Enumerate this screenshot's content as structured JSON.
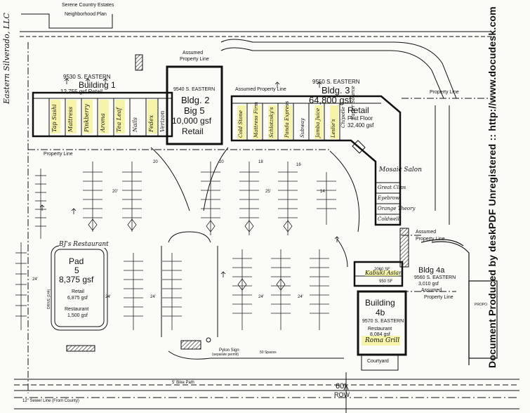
{
  "header": {
    "top_line": "Serene Country Estates",
    "subtitle": "Neighborhood Plan"
  },
  "side_labels": {
    "left_handwritten": "Eastern Silverado, LLC",
    "watermark": "Document Produced by deskPDF Unregistered :: http://www.docudesk.com"
  },
  "buildings": {
    "b1": {
      "address": "9530 S. EASTERN",
      "name": "Building 1",
      "area": "12,755 gsf Retail"
    },
    "b2": {
      "address": "9540 S. EASTERN",
      "name": "Bldg. 2",
      "tenant": "Big 5",
      "area": "10,000 gsf",
      "use": "Retail"
    },
    "b3": {
      "address": "9550 S. EASTERN",
      "name": "Bldg. 3",
      "area": "64,800 gsf",
      "use": "Retail",
      "floor": "First Floor",
      "floor_area": "32,400 gsf"
    },
    "pad5": {
      "name": "Pad",
      "number": "5",
      "area": "8,375 gsf",
      "retail_label": "Retail",
      "retail_area": "6,875 gsf",
      "restaurant_label": "Restaurant",
      "restaurant_area": "1,500 gsf",
      "tenant": "BJ's Restaurant",
      "drive_label": "DRIVE (144)"
    },
    "b4a": {
      "name": "Bldg 4a",
      "address": "9560 S. EASTERN",
      "area": "3,010 gsf",
      "unit1": "2060 SF",
      "unit2": "950 SF",
      "tenant": "Kabuki Asian"
    },
    "b4b": {
      "name": "Building",
      "number": "4b",
      "address": "9570 S. EASTERN",
      "use": "Restaurant",
      "area": "8,084 gsf",
      "tenant": "Roma Grill",
      "courtyard": "Courtyard"
    }
  },
  "tenants_b1": [
    "Tap Sushi",
    "Mattress",
    "Pinkberry",
    "Aroma",
    "Tea Leaf",
    "Nails",
    "Fedex",
    "Verizon"
  ],
  "tenants_b3": [
    "Cold Stone",
    "Mattress Firm",
    "Schlotzsky's",
    "Panda Express",
    "Subway",
    "Jamba Juice",
    "Leslie's",
    "Chipotle",
    "Paper Source"
  ],
  "tenants_b3_south": [
    "Mosaic Salon",
    "Great Clips",
    "Eyebrow",
    "Orange Theory",
    "Coldwell"
  ],
  "labels": {
    "property_line": "Property Line",
    "assumed_property_line": "Assumed Property Line",
    "assumed": "Assumed",
    "pylon_sign": "Pylon Sign",
    "pylon_sign_note": "(separate permit)",
    "spaces_50": "50 Spaces",
    "bike_path": "5' Bike Path",
    "sewer_line": "12\" Sewer Line (From County)",
    "row_width": "60'",
    "row": "ROW",
    "side_prop": "PROPO",
    "stall_24": "24'",
    "stall_20": "20'",
    "stall_25": "25'",
    "count_20": "20",
    "count_18": "18",
    "count_16": "16",
    "count_14": "14"
  },
  "colors": {
    "line": "#1a1a1a",
    "highlight": "#f2f06a",
    "paper": "#fbfbf8"
  }
}
